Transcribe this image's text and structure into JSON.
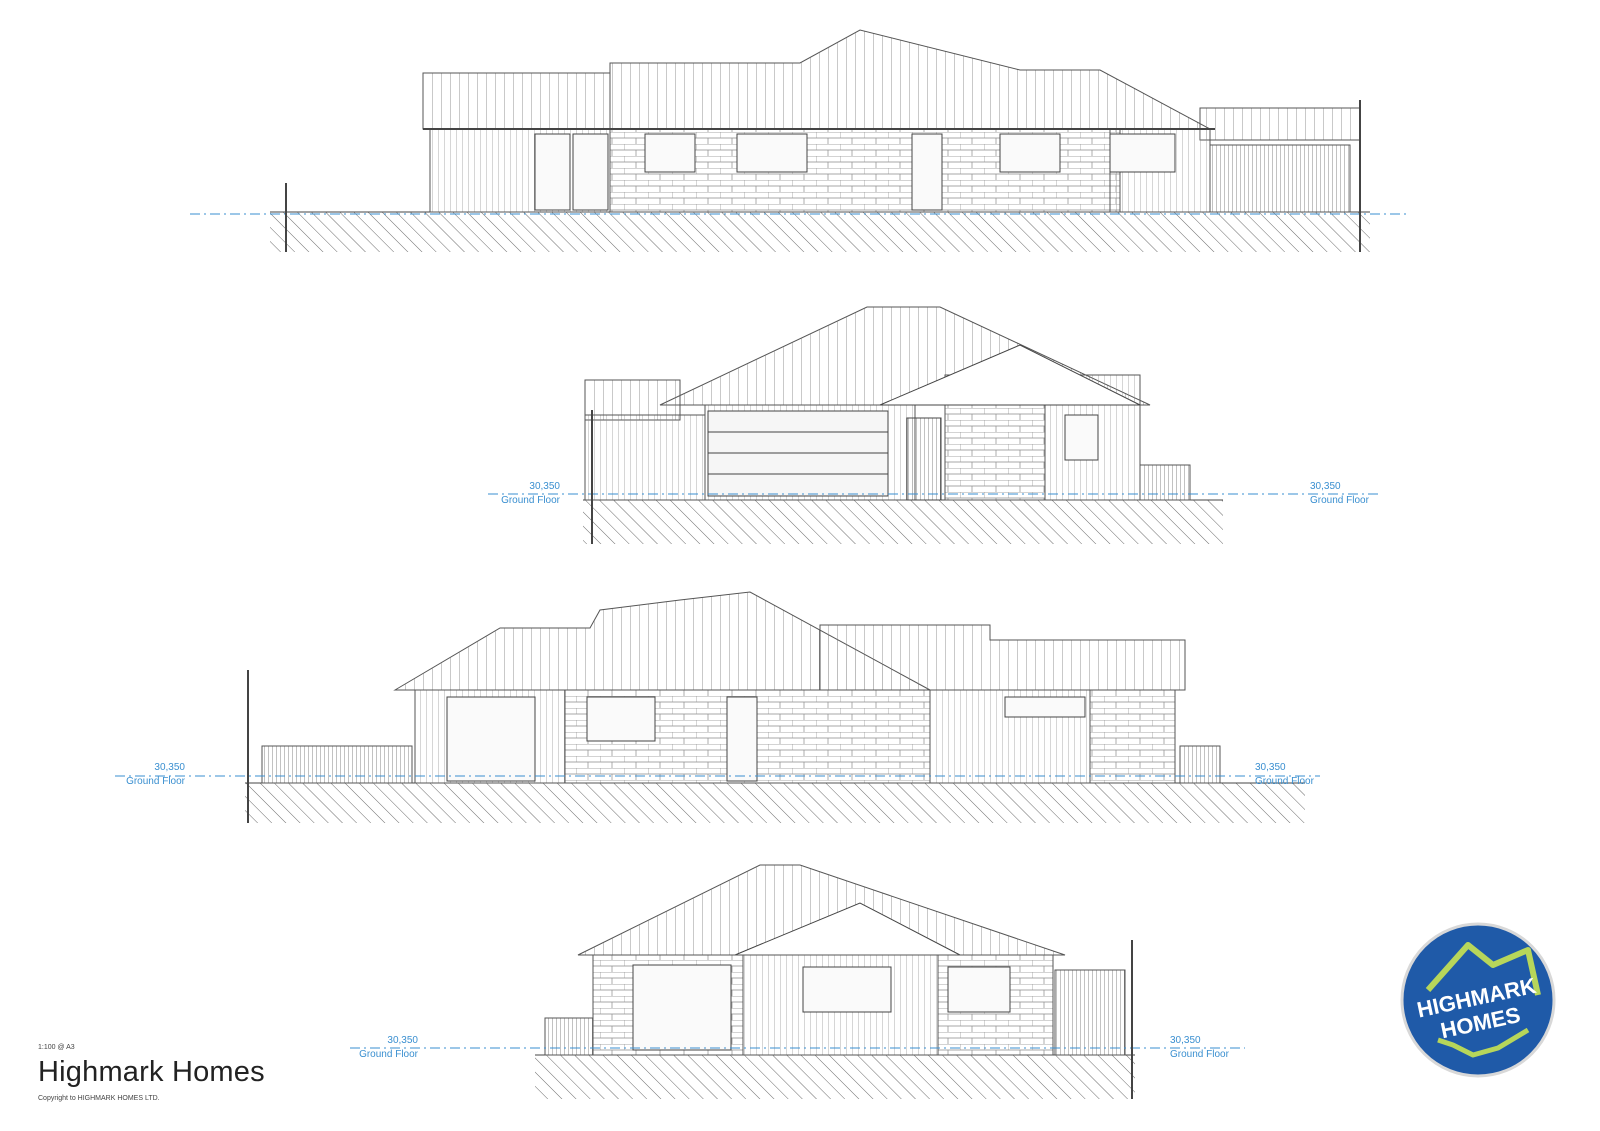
{
  "drawing": {
    "scale_note": "1:100 @ A3",
    "company": "Highmark Homes",
    "copyright": "Copyright to HIGHMARK HOMES LTD.",
    "logo_line1": "HIGHMARK",
    "logo_line2": "HOMES",
    "colors": {
      "level_line": "#3a8fd0",
      "logo_blue": "#1f5aa8",
      "logo_green": "#b7d65a",
      "linework": "#555555"
    }
  },
  "elevations": [
    {
      "levels": []
    },
    {
      "levels": [
        {
          "value": "30,350",
          "name": "Ground Floor"
        },
        {
          "value": "30,350",
          "name": "Ground Floor"
        }
      ]
    },
    {
      "levels": [
        {
          "value": "30,350",
          "name": "Ground Floor"
        },
        {
          "value": "30,350",
          "name": "Ground Floor"
        }
      ]
    },
    {
      "levels": [
        {
          "value": "30,350",
          "name": "Ground Floor"
        },
        {
          "value": "30,350",
          "name": "Ground Floor"
        }
      ]
    }
  ]
}
